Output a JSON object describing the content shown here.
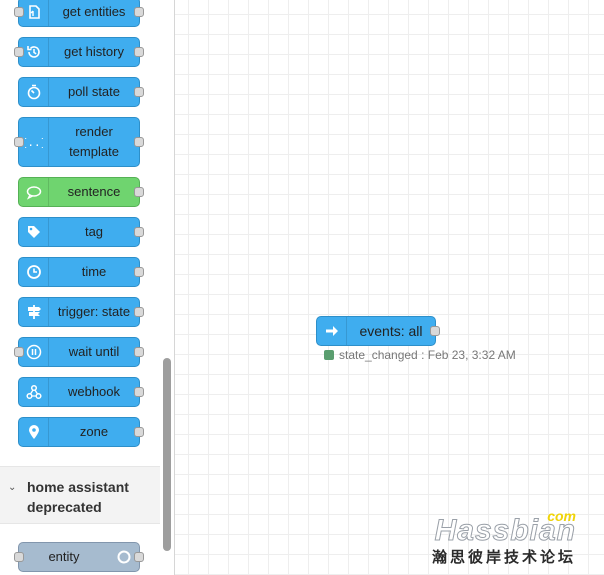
{
  "palette": {
    "nodes": [
      {
        "label": "get entities",
        "icon": "entities-icon"
      },
      {
        "label": "get history",
        "icon": "history-icon"
      },
      {
        "label": "poll state",
        "icon": "timer-icon"
      },
      {
        "label": "render template",
        "icon": "template-braces-icon"
      },
      {
        "label": "sentence",
        "icon": "speech-bubble-icon",
        "color": "#6fd46f"
      },
      {
        "label": "tag",
        "icon": "tag-icon"
      },
      {
        "label": "time",
        "icon": "clock-icon"
      },
      {
        "label": "trigger: state",
        "icon": "signpost-icon"
      },
      {
        "label": "wait until",
        "icon": "pause-icon"
      },
      {
        "label": "webhook",
        "icon": "webhook-icon"
      },
      {
        "label": "zone",
        "icon": "map-pin-icon"
      }
    ],
    "category": {
      "title": "home assistant deprecated",
      "state": "expanded"
    },
    "deprecated_nodes": [
      {
        "label": "entity",
        "icon": "ring-icon",
        "color": "#a6bbcf"
      }
    ]
  },
  "workspace": {
    "node": {
      "label": "events: all",
      "icon": "arrow-right-icon",
      "color": "#3fadef"
    },
    "status": {
      "text": "state_changed : Feb 23, 3:32 AM",
      "color": "#5a9e6f"
    }
  },
  "watermark": {
    "brand": "Hassbian",
    "suffix": "com",
    "chinese": "瀚思彼岸技术论坛"
  },
  "colors": {
    "node_blue": "#3fadef",
    "grid": "#eeeeee"
  }
}
